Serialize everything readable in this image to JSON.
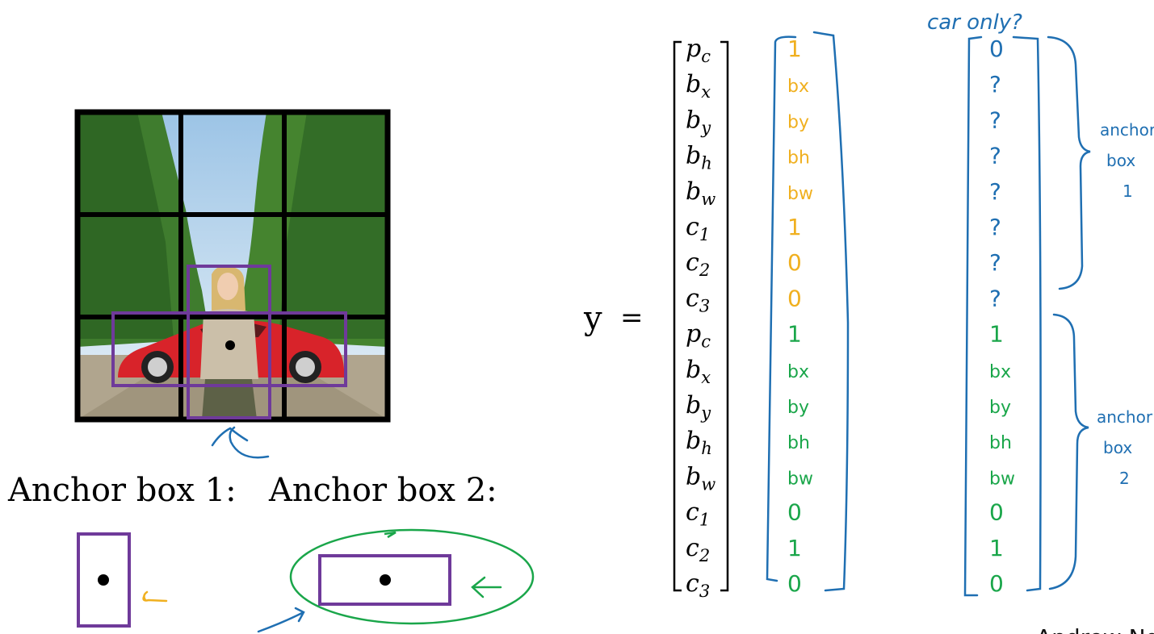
{
  "colors": {
    "grid": "#000000",
    "anchor_box": "#6f3a9a",
    "blue_ink": "#1f6fb2",
    "yellow_ink": "#f0b020",
    "green_ink": "#1aa64a",
    "car": "#d8232a",
    "sky": "#b7d6ee",
    "trees": "#3d7a2c",
    "road": "#a69c86"
  },
  "left": {
    "anchor_label_1": "Anchor box 1:",
    "anchor_label_2": "Anchor box 2:"
  },
  "vector": {
    "y_label": "y",
    "equals": "=",
    "entries": [
      {
        "base": "p",
        "sub": "c"
      },
      {
        "base": "b",
        "sub": "x"
      },
      {
        "base": "b",
        "sub": "y"
      },
      {
        "base": "b",
        "sub": "h"
      },
      {
        "base": "b",
        "sub": "w"
      },
      {
        "base": "c",
        "sub": "1"
      },
      {
        "base": "c",
        "sub": "2"
      },
      {
        "base": "c",
        "sub": "3"
      },
      {
        "base": "p",
        "sub": "c"
      },
      {
        "base": "b",
        "sub": "x"
      },
      {
        "base": "b",
        "sub": "y"
      },
      {
        "base": "b",
        "sub": "h"
      },
      {
        "base": "b",
        "sub": "w"
      },
      {
        "base": "c",
        "sub": "1"
      },
      {
        "base": "c",
        "sub": "2"
      },
      {
        "base": "c",
        "sub": "3"
      }
    ]
  },
  "column1": {
    "values": [
      "1",
      "bx",
      "by",
      "bh",
      "bw",
      "1",
      "0",
      "0",
      "1",
      "bx",
      "by",
      "bh",
      "bw",
      "0",
      "1",
      "0"
    ]
  },
  "column2": {
    "title": "car only?",
    "values": [
      "0",
      "?",
      "?",
      "?",
      "?",
      "?",
      "?",
      "?",
      "1",
      "bx",
      "by",
      "bh",
      "bw",
      "0",
      "1",
      "0"
    ]
  },
  "brace_labels": {
    "anchor1": [
      "anchor",
      "box",
      "1"
    ],
    "anchor2": [
      "anchor",
      "box",
      "2"
    ]
  },
  "footer": {
    "credit": "Andrew Ng"
  }
}
